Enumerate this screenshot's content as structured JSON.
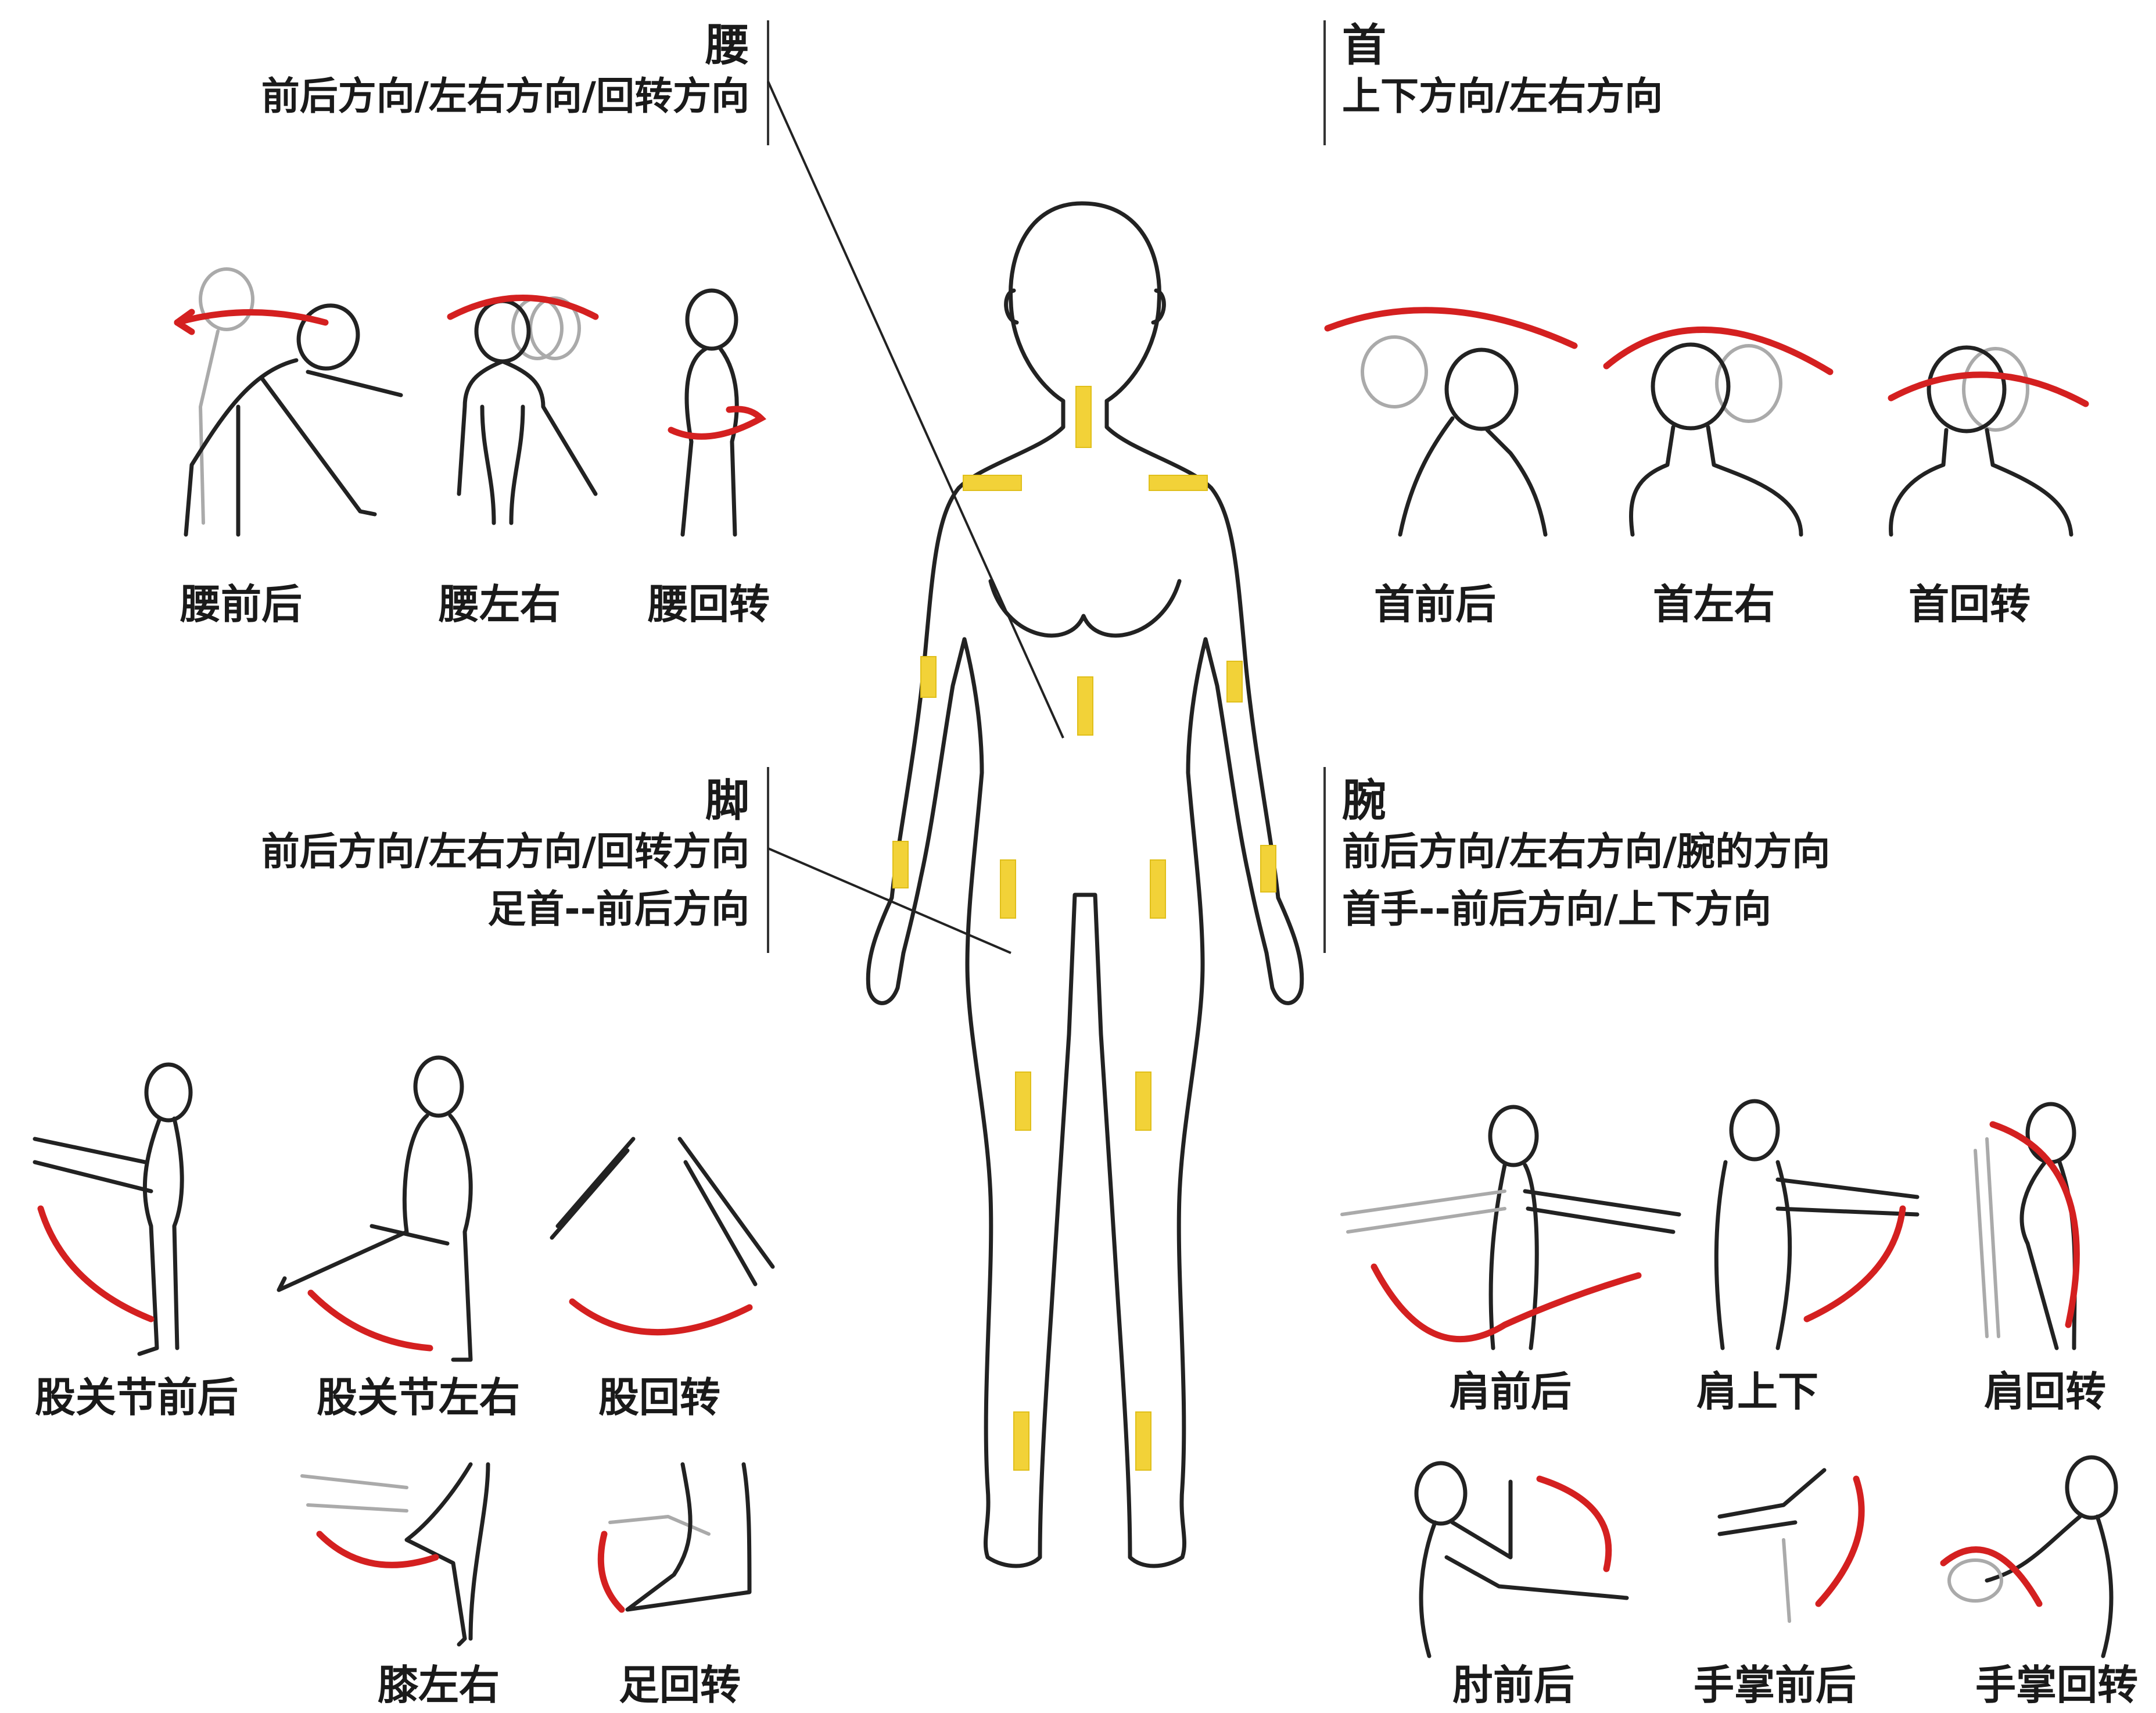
{
  "sections": {
    "waist": {
      "title": "腰",
      "desc": [
        "前后方向/左右方向/回转方向"
      ]
    },
    "neck": {
      "title": "首",
      "desc": [
        "上下方向/左右方向"
      ]
    },
    "leg": {
      "title": "脚",
      "desc": [
        "前后方向/左右方向/回转方向",
        "足首--前后方向"
      ]
    },
    "arm": {
      "title": "腕",
      "desc": [
        "前后方向/左右方向/腕的方向",
        "首手--前后方向/上下方向"
      ]
    }
  },
  "captions": {
    "waist_fb": "腰前后",
    "waist_lr": "腰左右",
    "waist_rot": "腰回转",
    "neck_fb": "首前后",
    "neck_lr": "首左右",
    "neck_rot": "首回转",
    "hip_fb": "股关节前后",
    "hip_lr": "股关节左右",
    "hip_rot": "股回转",
    "knee_lr": "膝左右",
    "foot_rot": "足回转",
    "shoulder_fb": "肩前后",
    "shoulder_ud": "肩上下",
    "shoulder_rot": "肩回转",
    "elbow_fb": "肘前后",
    "palm_fb": "手掌前后",
    "palm_rot": "手掌回转"
  },
  "colors": {
    "arrow": "#d42020",
    "sensor": "#f2d238",
    "line": "#222222"
  }
}
